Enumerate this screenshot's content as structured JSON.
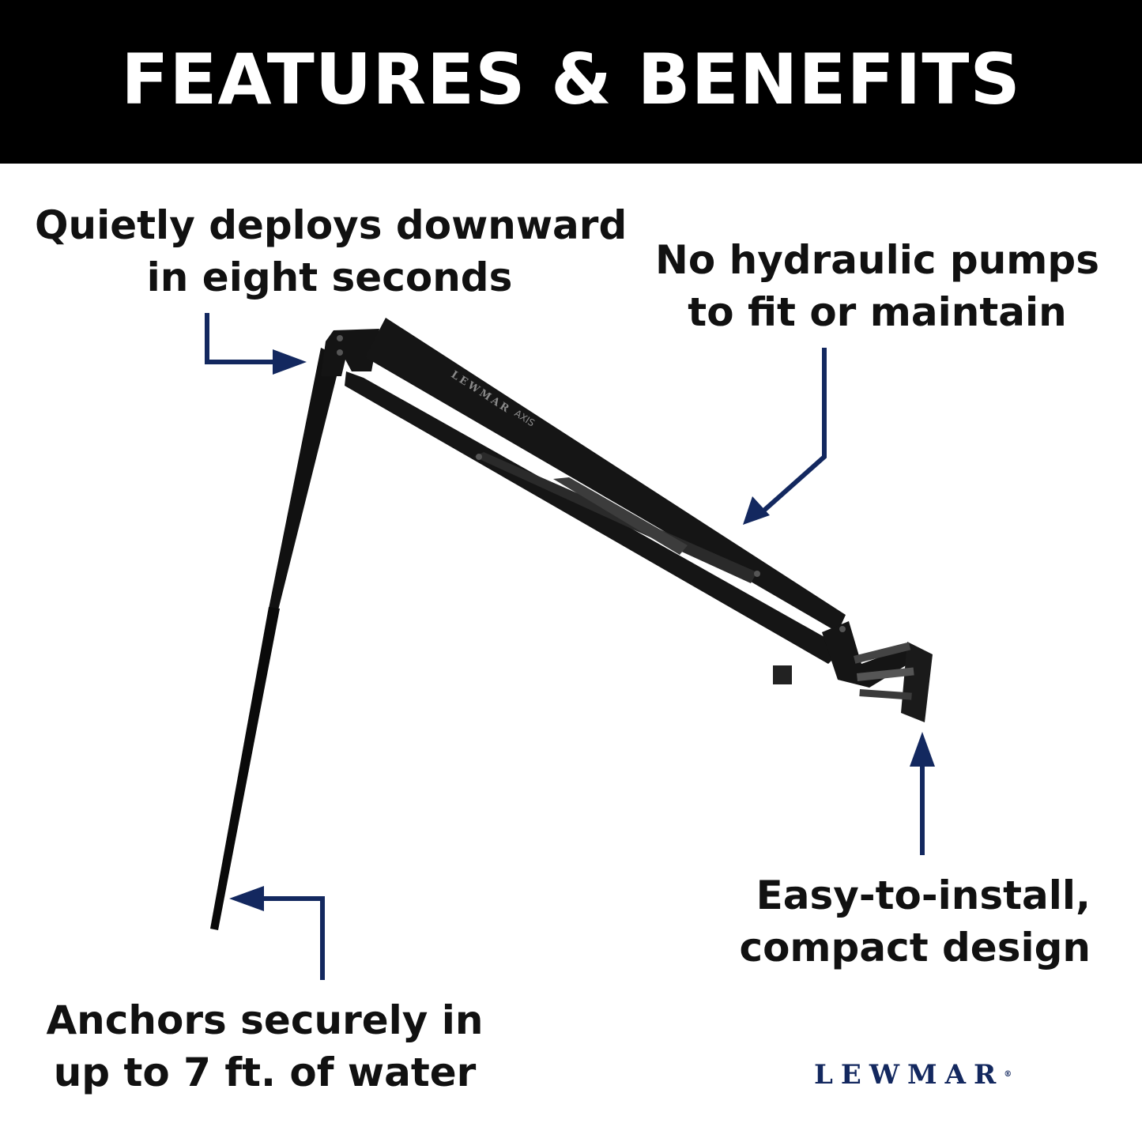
{
  "header": {
    "title": "FEATURES & BENEFITS"
  },
  "callouts": {
    "deploy": {
      "line1": "Quietly deploys downward",
      "line2": "in eight seconds"
    },
    "pumps": {
      "line1": "No hydraulic pumps",
      "line2": "to fit or maintain"
    },
    "install": {
      "line1": "Easy-to-install,",
      "line2": "compact design"
    },
    "anchor": {
      "line1": "Anchors securely in",
      "line2": "up to 7 ft. of water"
    }
  },
  "product": {
    "arm_brand_mark": "LEWMAR",
    "arm_model_mark": "AXIS"
  },
  "brand": {
    "logo_text": "LEWMAR",
    "registered_mark": "®"
  },
  "colors": {
    "header_background": "#000000",
    "header_text": "#ffffff",
    "arrow": "#13285f",
    "brand": "#13285f",
    "product": "#111111"
  }
}
